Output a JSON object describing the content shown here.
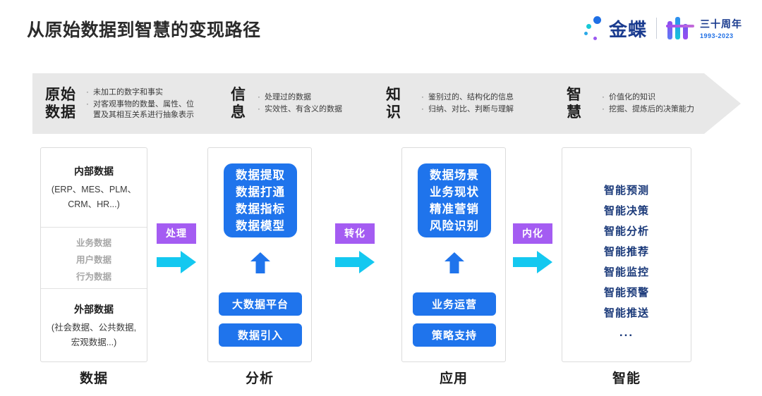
{
  "header": {
    "title": "从原始数据到智慧的变现路径",
    "logo": {
      "brand": "金蝶",
      "anniversary": "三十周年",
      "years": "1993-2023"
    }
  },
  "banner": {
    "items": [
      {
        "title_line1": "原始",
        "title_line2": "数据",
        "bullets": [
          "未加工的数字和事实",
          "对客观事物的数量、属性、位置及其相互关系进行抽象表示"
        ]
      },
      {
        "title_line1": "信",
        "title_line2": "息",
        "bullets": [
          "处理过的数据",
          "实效性、有含义的数据"
        ]
      },
      {
        "title_line1": "知",
        "title_line2": "识",
        "bullets": [
          "鉴别过的、结构化的信息",
          "归纳、对比、判断与理解"
        ]
      },
      {
        "title_line1": "智",
        "title_line2": "慧",
        "bullets": [
          "价值化的知识",
          "挖掘、提炼后的决策能力"
        ]
      }
    ]
  },
  "columns": [
    {
      "bottom_label": "数据",
      "internal_head": "内部数据",
      "internal_sub_line1": "(ERP、MES、PLM、",
      "internal_sub_line2": "CRM、HR...)",
      "middle": [
        "业务数据",
        "用户数据",
        "行为数据"
      ],
      "external_head": "外部数据",
      "external_sub_line1": "(社会数据、公共数据,",
      "external_sub_line2": "宏观数据...)"
    },
    {
      "bottom_label": "分析",
      "box": [
        "数据提取",
        "数据打通",
        "数据指标",
        "数据模型"
      ],
      "pills": [
        "大数据平台",
        "数据引入"
      ]
    },
    {
      "bottom_label": "应用",
      "box": [
        "数据场景",
        "业务现状",
        "精准营销",
        "风险识别"
      ],
      "pills": [
        "业务运营",
        "策略支持"
      ]
    },
    {
      "bottom_label": "智能",
      "items": [
        "智能预测",
        "智能决策",
        "智能分析",
        "智能推荐",
        "智能监控",
        "智能预警",
        "智能推送"
      ],
      "ellipsis": "..."
    }
  ],
  "connectors": [
    {
      "label": "处理"
    },
    {
      "label": "转化"
    },
    {
      "label": "内化"
    }
  ],
  "colors": {
    "blue": "#1f74ec",
    "cyan_arrow": "#14c8f0",
    "purple_label": "#a45cf2",
    "banner_gray": "#e8e8e8",
    "navy_text": "#1b3a7a",
    "gray_text": "#a7a7a7"
  }
}
